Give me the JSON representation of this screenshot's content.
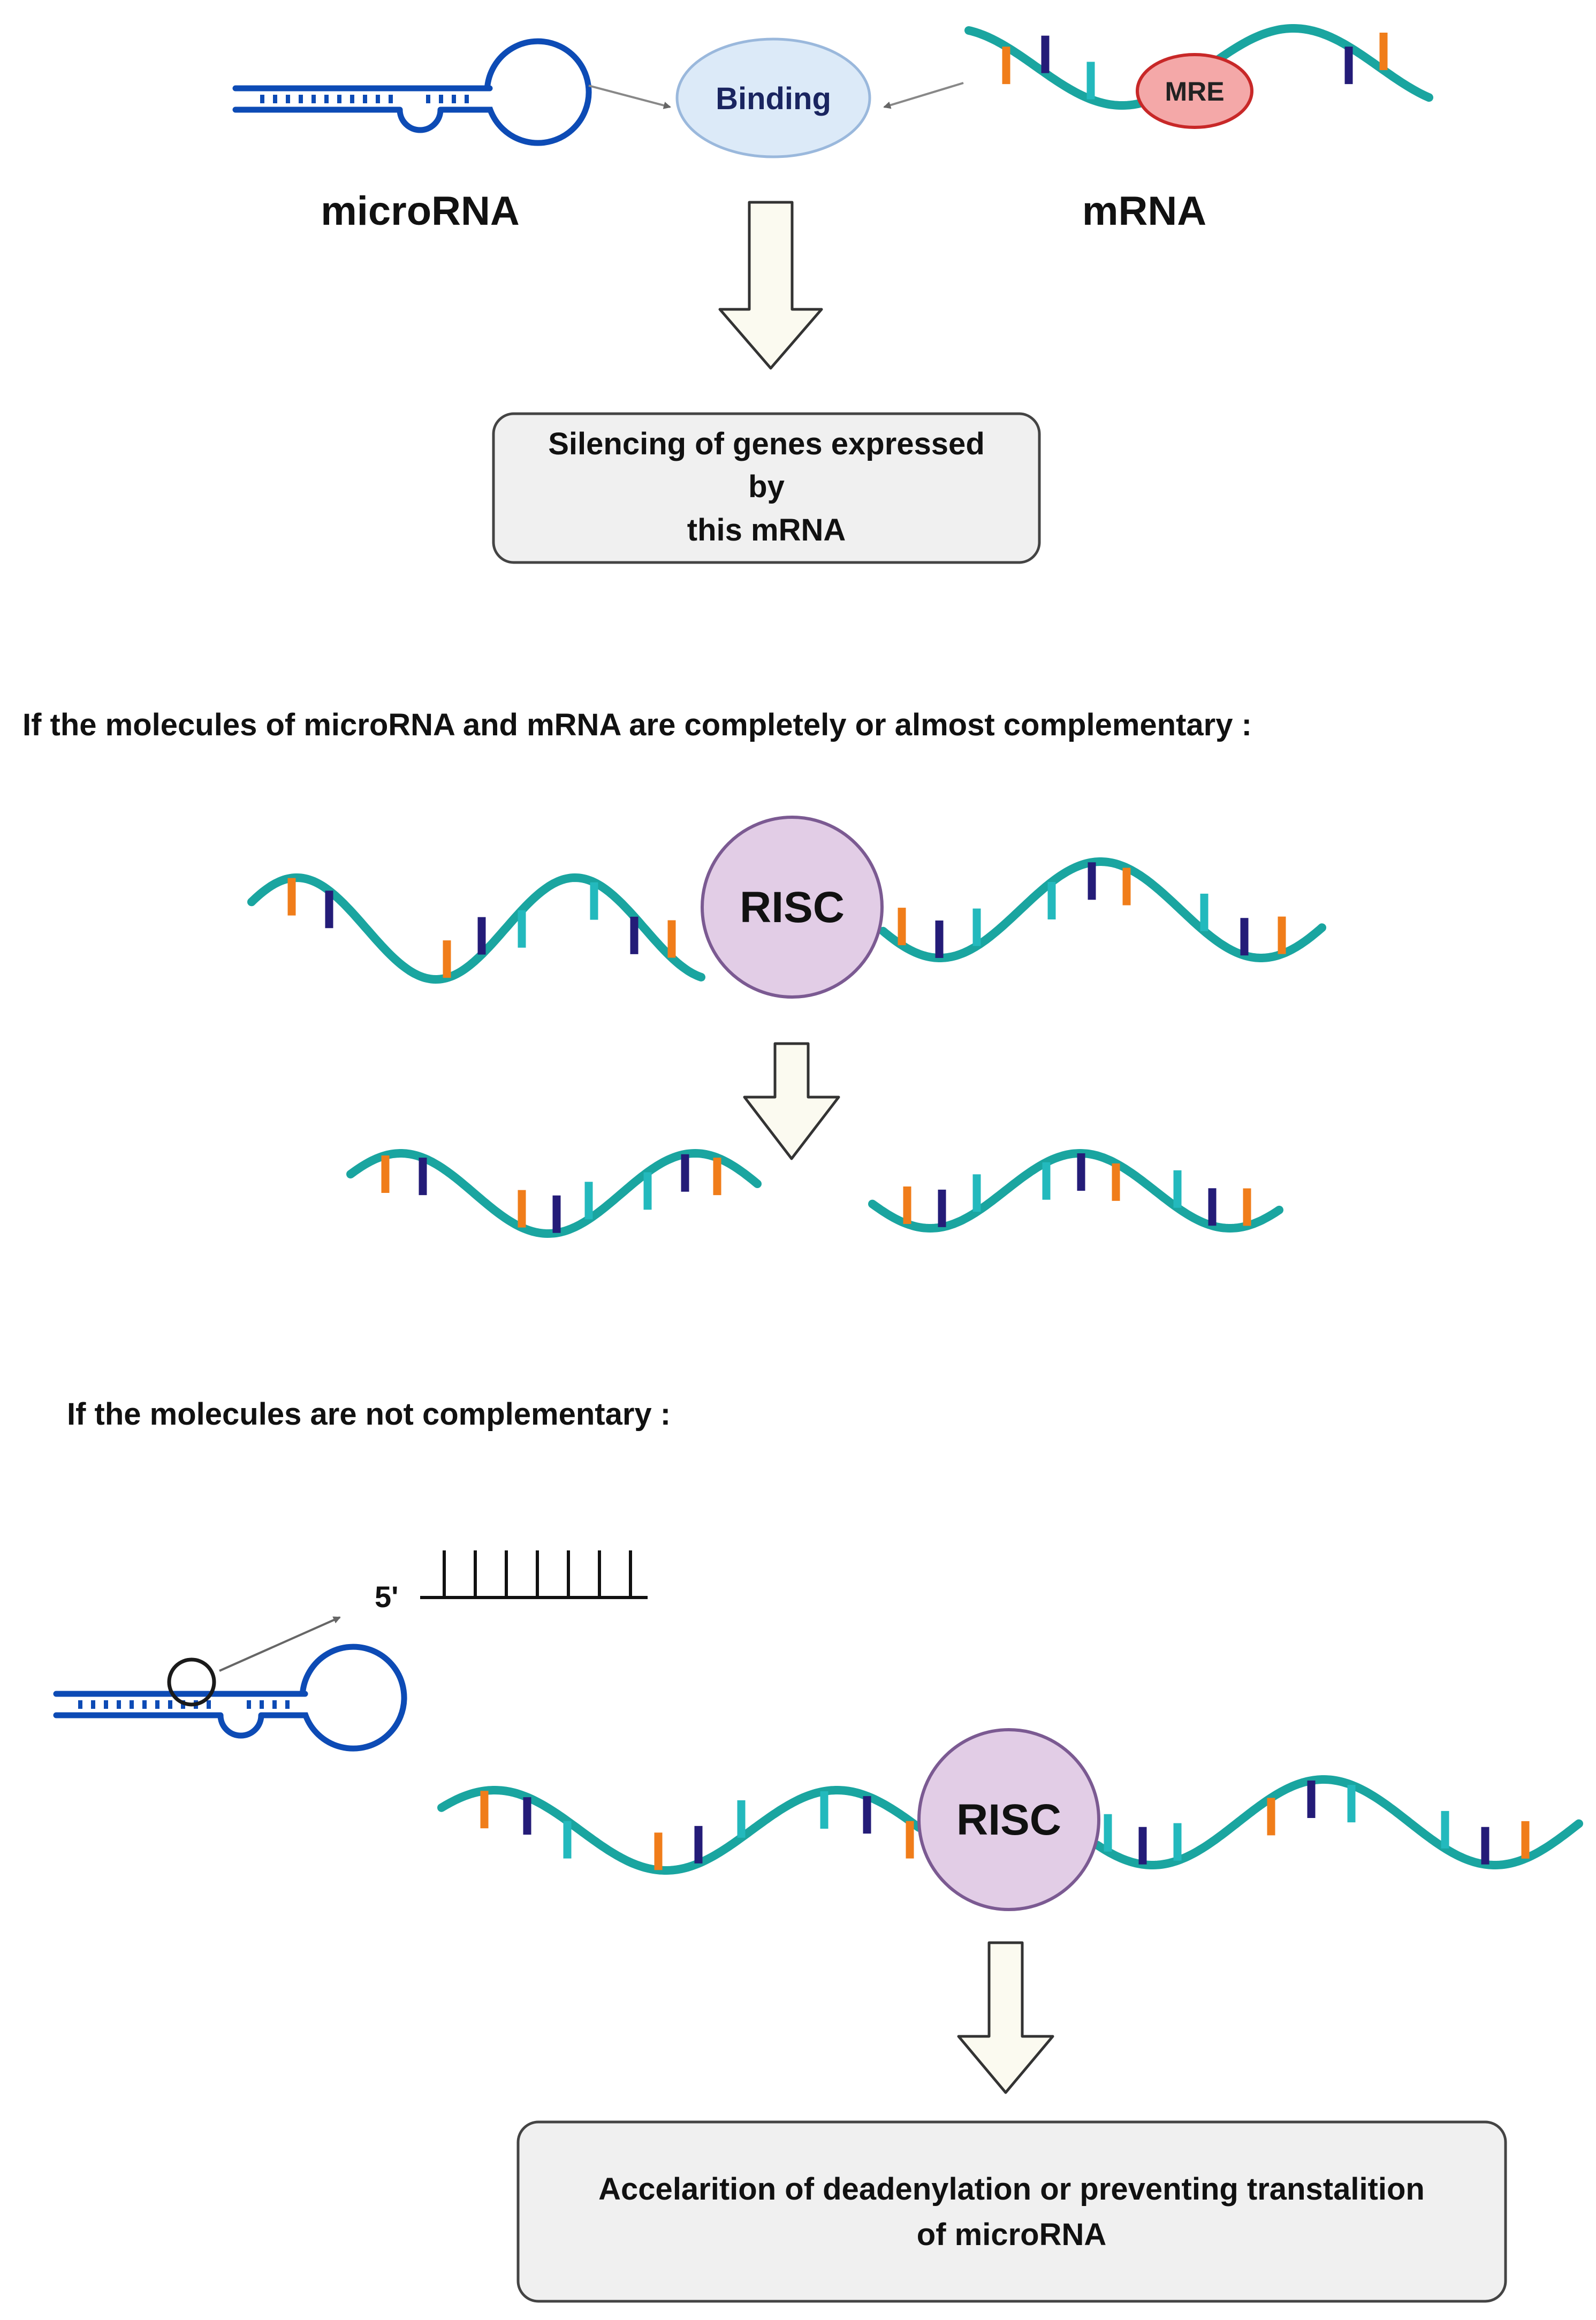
{
  "top": {
    "microrna_label": "microRNA",
    "mrna_label": "mRNA",
    "binding_label": "Binding",
    "mre_label": "MRE",
    "result_line1": "Silencing of genes expressed",
    "result_line2": "by",
    "result_line3": "this mRNA"
  },
  "complementary": {
    "heading": "If the molecules of microRNA and mRNA are completely or almost complementary :",
    "risc_label": "RISC"
  },
  "not_complementary": {
    "heading": "If the molecules are not complementary :",
    "prime_label": "5'",
    "risc_label": "RISC",
    "result_line1": "Accelarition of deadenylation or  preventing transtalition",
    "result_line2": "of microRNA"
  },
  "colors": {
    "strand": "#1aa5a0",
    "base_orange": "#f07d1a",
    "base_navy": "#241c78",
    "base_cyan": "#23b9bd",
    "microrna_blue": "#0d4bb5",
    "risc_fill": "#e2cde6",
    "risc_stroke": "#7b5a92",
    "binding_fill": "#dceaf8",
    "binding_stroke": "#9ab8dc",
    "mre_fill": "#f4a8a8",
    "mre_stroke": "#c82828",
    "box_fill": "#f0f0f0",
    "box_stroke": "#444444",
    "arrow_fill": "#fbfaf0",
    "arrow_stroke": "#333333"
  }
}
